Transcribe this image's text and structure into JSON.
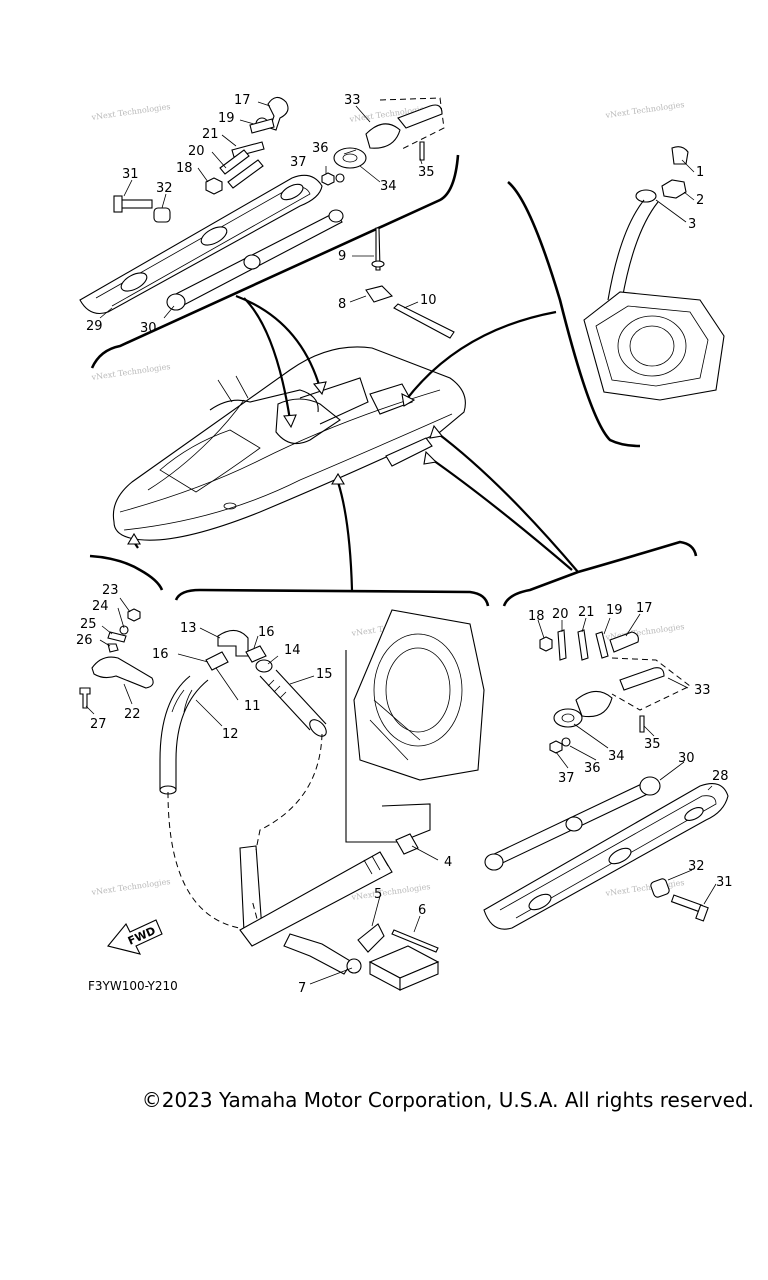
{
  "diagram": {
    "drawing_code": "F3YW100-Y210",
    "fwd_label": "FWD",
    "watermark_text": "vNext Technologies",
    "callouts": {
      "ul_17": "17",
      "ul_19": "19",
      "ul_21": "21",
      "ul_20": "20",
      "ul_18": "18",
      "ul_31": "31",
      "ul_32": "32",
      "ul_29": "29",
      "ul_30": "30",
      "ul_33": "33",
      "ul_36": "36",
      "ul_37": "37",
      "ul_34": "34",
      "ul_35": "35",
      "c9": "9",
      "c8": "8",
      "c10": "10",
      "ur_1": "1",
      "ur_2": "2",
      "ur_3": "3",
      "ll_23": "23",
      "ll_24": "24",
      "ll_25": "25",
      "ll_26": "26",
      "ll_22": "22",
      "ll_27": "27",
      "lm_13": "13",
      "lm_16a": "16",
      "lm_16b": "16",
      "lm_14": "14",
      "lm_15": "15",
      "lm_11": "11",
      "lm_12": "12",
      "lm_4": "4",
      "lm_5": "5",
      "lm_6": "6",
      "lm_7": "7",
      "lr_18": "18",
      "lr_20": "20",
      "lr_21": "21",
      "lr_19": "19",
      "lr_17": "17",
      "lr_33": "33",
      "lr_34": "34",
      "lr_35": "35",
      "lr_36": "36",
      "lr_37": "37",
      "lr_30": "30",
      "lr_28": "28",
      "lr_32": "32",
      "lr_31": "31"
    }
  },
  "footer": {
    "copyright": "©2023 Yamaha Motor Corporation, U.S.A. All rights reserved."
  }
}
